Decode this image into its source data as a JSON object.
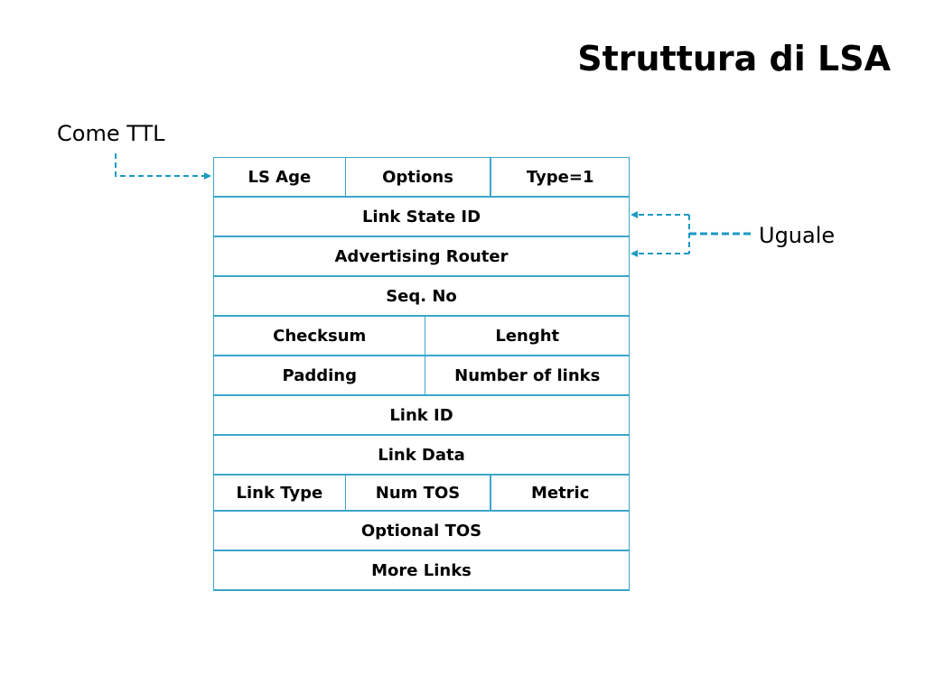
{
  "title": "Struttura di LSA",
  "annotations": {
    "left": "Come TTL",
    "right": "Uguale"
  },
  "colors": {
    "line": "#3aa6cc",
    "arrow": "#1a9ac2"
  },
  "rows": [
    [
      "LS Age",
      "Options",
      "Type=1"
    ],
    [
      "Link State ID"
    ],
    [
      "Advertising Router"
    ],
    [
      "Seq. No"
    ],
    [
      "Checksum",
      "Lenght"
    ],
    [
      "Padding",
      "Number of links"
    ],
    [
      "Link ID"
    ],
    [
      "Link Data"
    ],
    [
      "Link Type",
      "Num TOS",
      "Metric"
    ],
    [
      "Optional TOS"
    ],
    [
      "More Links"
    ]
  ]
}
